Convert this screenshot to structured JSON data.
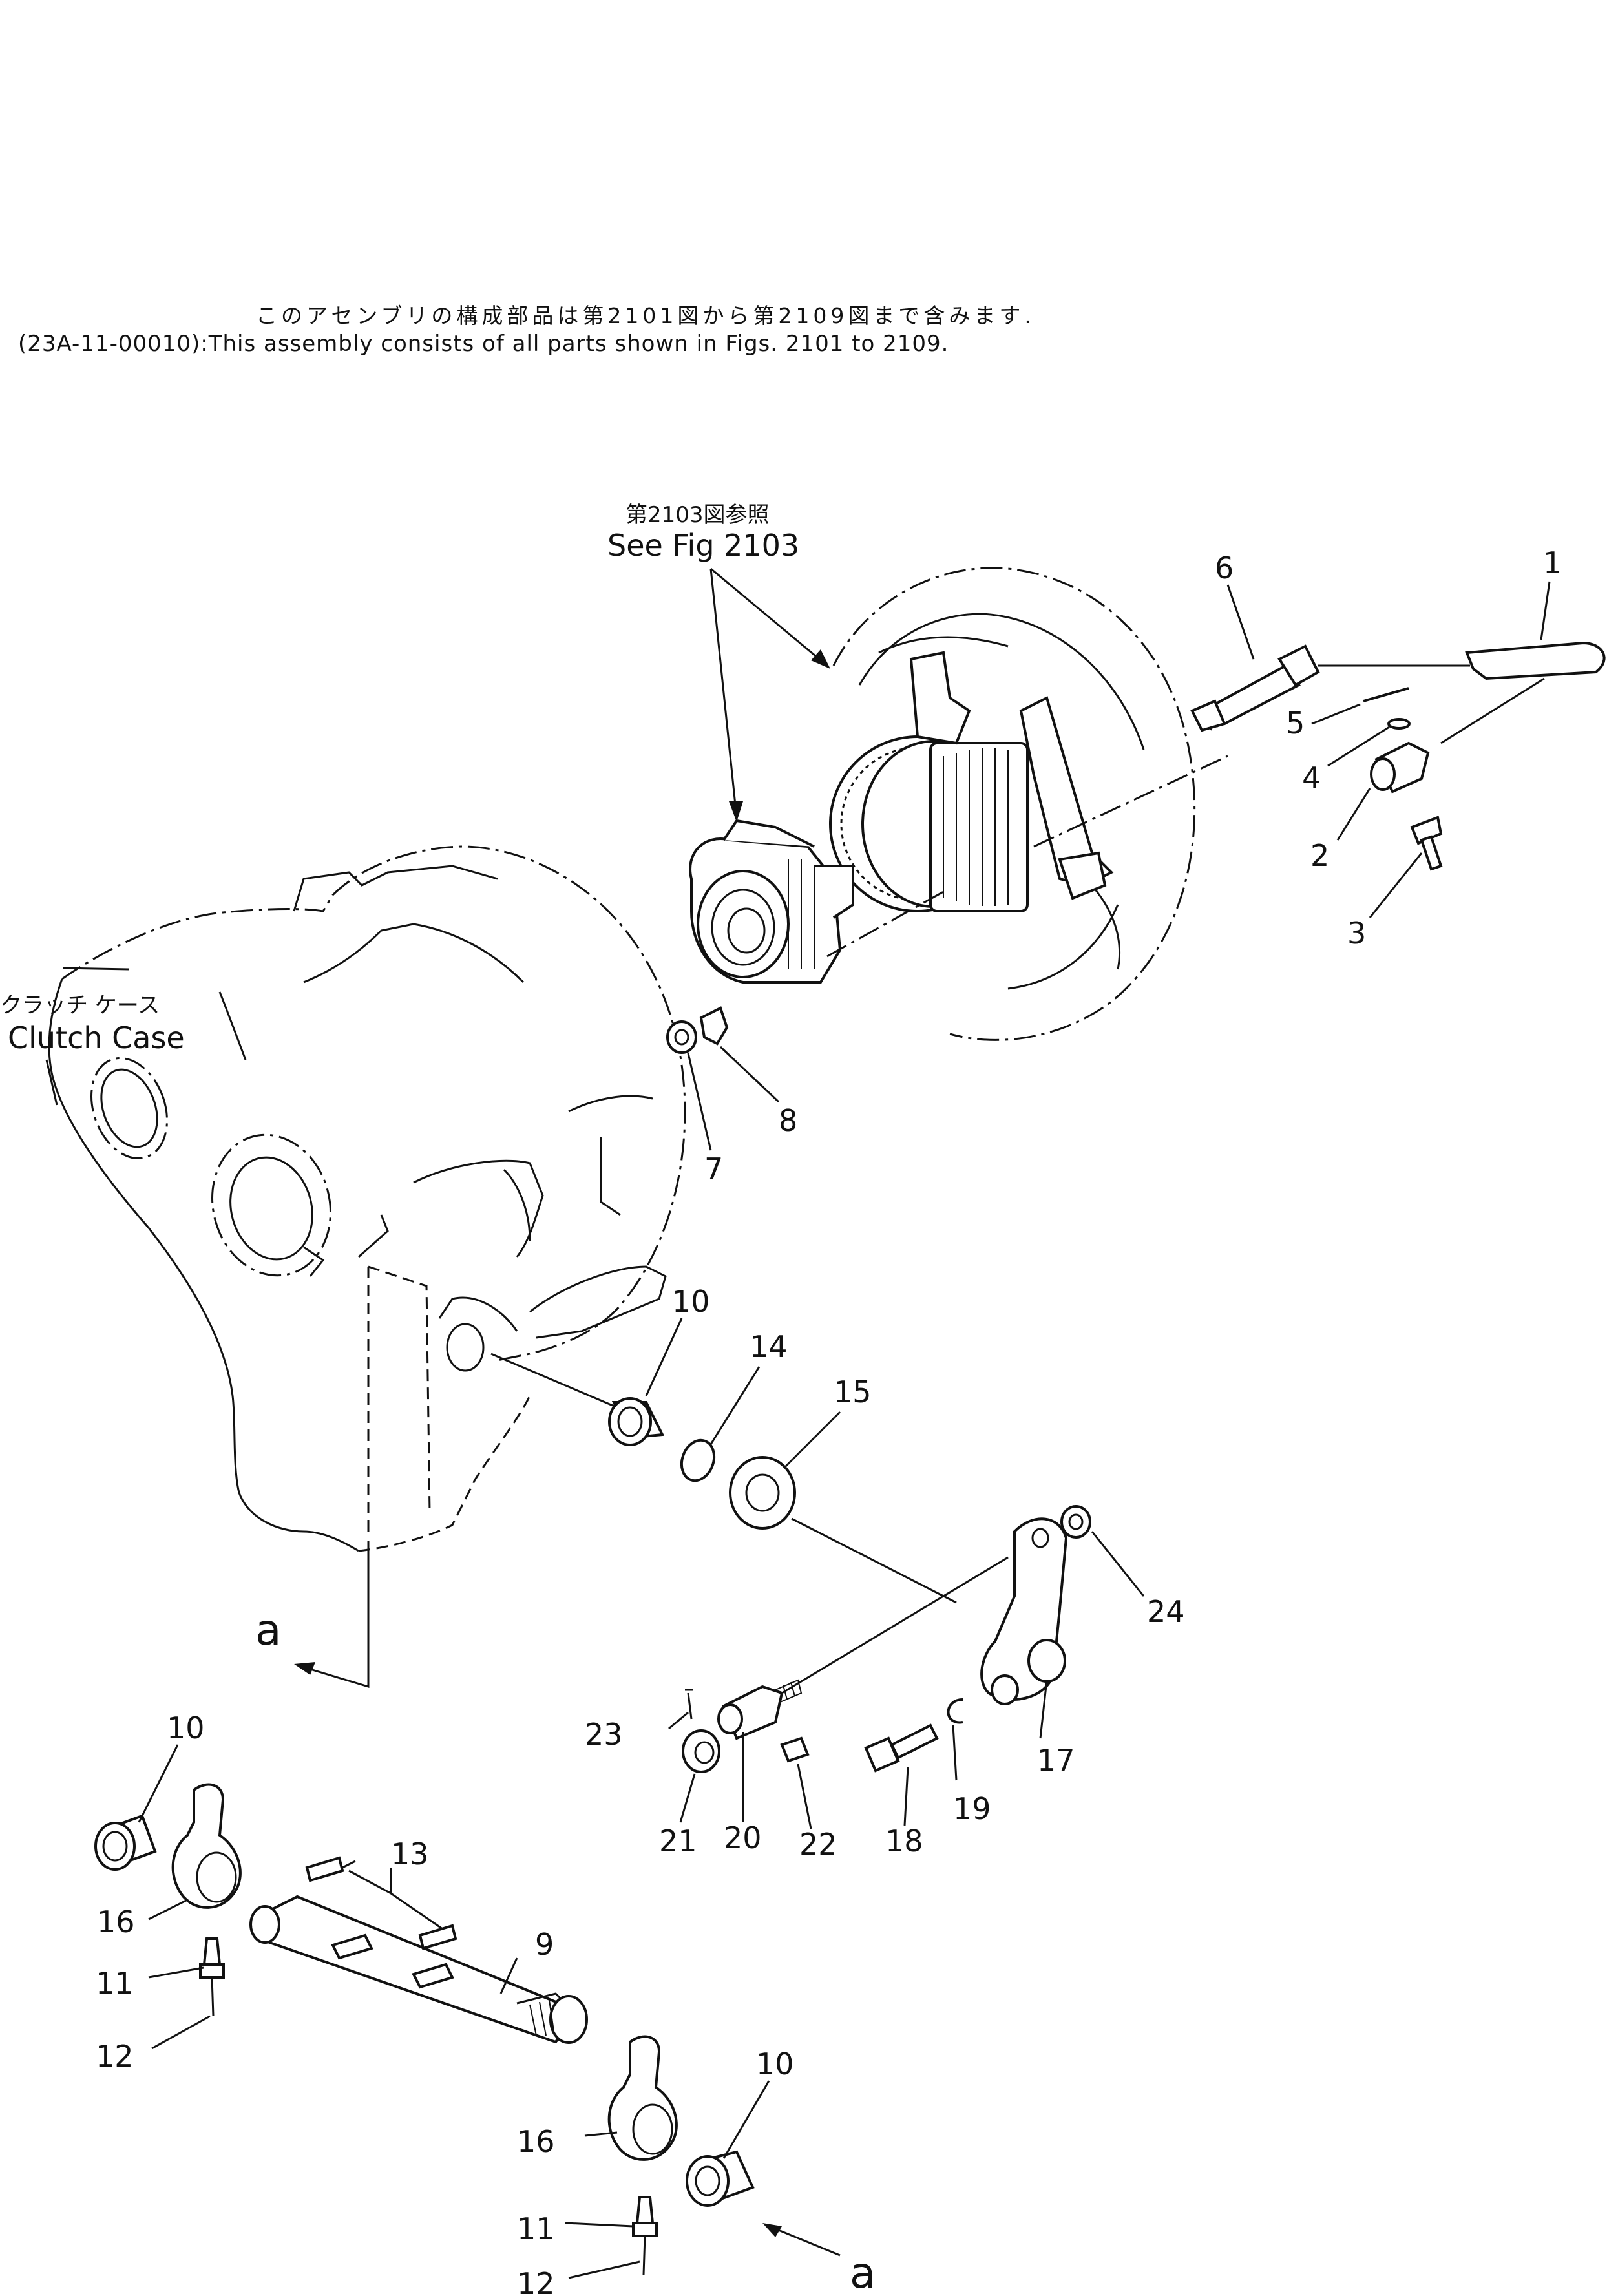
{
  "header": {
    "note_jp": "このアセンブリの構成部品は第2101図から第2109図まで含みます.",
    "note_en": "(23A-11-00010):This assembly consists of all parts shown in Figs. 2101 to 2109."
  },
  "callouts": {
    "see_fig_jp": "第2103図参照",
    "see_fig_en": "See Fig 2103",
    "clutch_case_jp": "クラッチ ケース",
    "clutch_case_en": "Clutch Case",
    "view_marker": "a"
  },
  "part_numbers": [
    "1",
    "2",
    "3",
    "4",
    "5",
    "6",
    "7",
    "8",
    "9",
    "10",
    "11",
    "12",
    "13",
    "14",
    "15",
    "16",
    "17",
    "18",
    "19",
    "20",
    "21",
    "22",
    "23",
    "24"
  ]
}
